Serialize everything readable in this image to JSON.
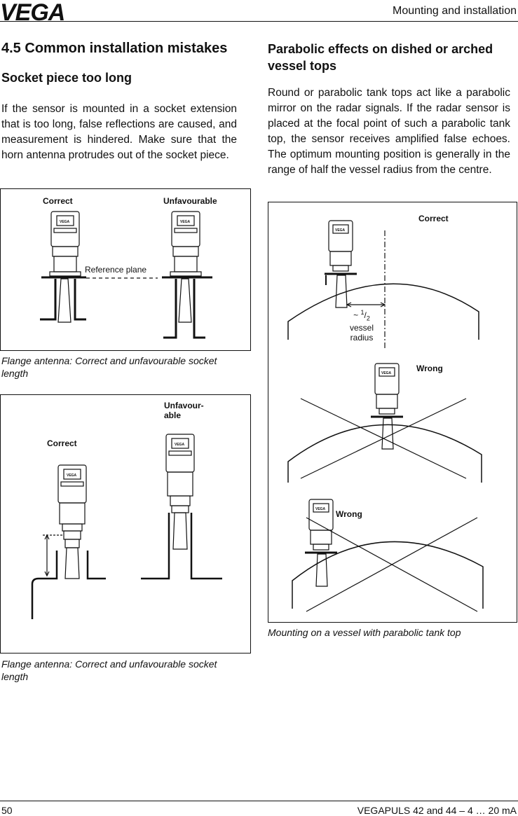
{
  "header": {
    "logo_text": "VEGA",
    "title": "Mounting and installation"
  },
  "section": {
    "number": "4.5",
    "title": "Common installation mistakes"
  },
  "left": {
    "subtitle": "Socket piece too long",
    "paragraph": "If the sensor is mounted in a socket extension that is too long, false reflections are caused, and measurement is hindered. Make sure that the horn antenna protrudes out of the socket piece.",
    "fig1": {
      "label_correct": "Correct",
      "label_unfavourable": "Unfavourable",
      "label_reference": "Reference plane",
      "caption": "Flange antenna: Correct and unfavourable socket length"
    },
    "fig2": {
      "label_correct": "Correct",
      "label_unfavourable_1": "Unfavour-",
      "label_unfavourable_2": "able",
      "caption": "Flange antenna: Correct and unfavourable socket length"
    }
  },
  "right": {
    "subtitle_line1": "Parabolic effects on dished or arched",
    "subtitle_line2": "vessel tops",
    "paragraph": "Round or parabolic tank tops act like a parabolic mirror on the radar signals. If the radar sensor is placed at the focal point of such a parabolic tank top, the sensor receives amplified false echoes. The optimum mounting position is generally in the range of half the vessel radius from the centre.",
    "fig3": {
      "label_correct": "Correct",
      "label_wrong_1": "Wrong",
      "label_wrong_2": "Wrong",
      "radius_tilde": "~",
      "radius_num": "1",
      "radius_den": "2",
      "radius_word1": "vessel",
      "radius_word2": "radius",
      "caption": "Mounting on a vessel with parabolic tank top"
    }
  },
  "footer": {
    "page_number": "50",
    "doc_title": "VEGAPULS 42 and 44 – 4 … 20 mA"
  }
}
